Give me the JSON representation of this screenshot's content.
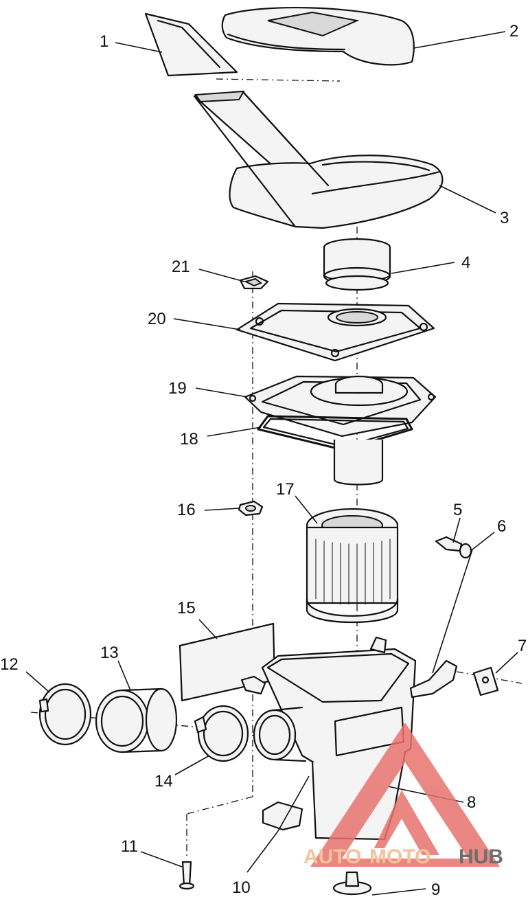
{
  "callouts": [
    "1",
    "2",
    "3",
    "4",
    "5",
    "6",
    "7",
    "8",
    "9",
    "10",
    "11",
    "12",
    "13",
    "14",
    "15",
    "16",
    "17",
    "18",
    "19",
    "20",
    "21"
  ],
  "watermark": {
    "part1": "AUTO",
    "part2": "MOTO",
    "part3": "HUB",
    "color_accent": "#e8736d",
    "color_light": "#f2b98a",
    "color_dark": "#555555"
  }
}
